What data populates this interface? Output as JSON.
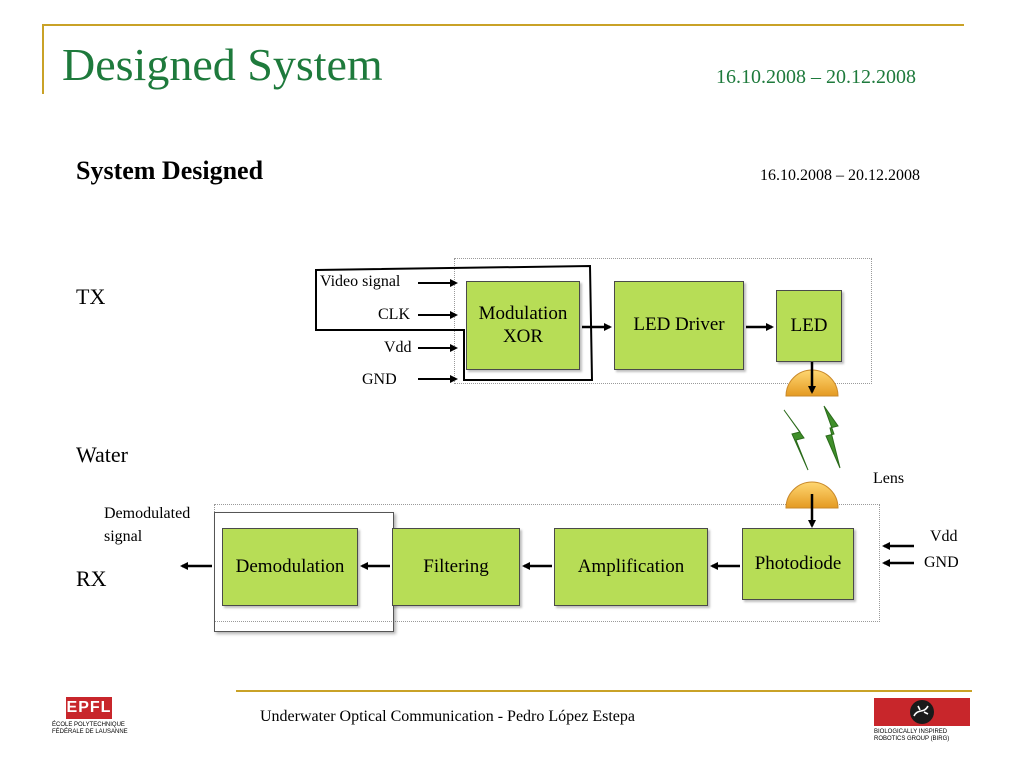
{
  "slide": {
    "title": "Designed System",
    "date_range": "16.10.2008 – 20.12.2008"
  },
  "content": {
    "subtitle": "System Designed",
    "date_range": "16.10.2008 – 20.12.2008"
  },
  "sections": {
    "tx": "TX",
    "water": "Water",
    "rx": "RX"
  },
  "tx_inputs": {
    "video_signal": "Video signal",
    "clk": "CLK",
    "vdd": "Vdd",
    "gnd": "GND"
  },
  "tx_blocks": {
    "modulation_line1": "Modulation",
    "modulation_line2": "XOR",
    "led_driver": "LED Driver",
    "led": "LED"
  },
  "lens_label": "Lens",
  "rx_blocks": {
    "photodiode": "Photodiode",
    "amplification": "Amplification",
    "filtering": "Filtering",
    "demodulation": "Demodulation"
  },
  "rx_inputs": {
    "vdd": "Vdd",
    "gnd": "GND"
  },
  "rx_output": {
    "line1": "Demodulated",
    "line2": "signal"
  },
  "footer": {
    "text": "Underwater Optical Communication - Pedro López Estepa",
    "left_logo_word": "EPFL",
    "left_logo_line1": "ÉCOLE POLYTECHNIQUE",
    "left_logo_line2": "FÉDÉRALE DE LAUSANNE",
    "right_logo_line1": "BIOLOGICALLY INSPIRED",
    "right_logo_line2": "ROBOTICS GROUP (BIRG)"
  },
  "colors": {
    "title_green": "#1e7a3c",
    "accent_gold": "#c9a227",
    "block_green": "#b7dd56",
    "lightning_green": "#3f8f2a",
    "lens_orange": "#f2b33d",
    "logo_red": "#c8262b"
  }
}
